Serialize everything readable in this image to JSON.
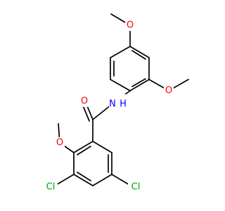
{
  "colors": {
    "bond": "#000000",
    "O": "#ff0000",
    "N": "#0000ff",
    "Cl": "#00aa00",
    "background": "#ffffff"
  },
  "labels": {
    "o_top": "O",
    "o_right": "O",
    "nh": "H",
    "n": "N",
    "o_carbonyl": "O",
    "o_left": "O",
    "cl_left": "Cl",
    "cl_right": "Cl"
  }
}
